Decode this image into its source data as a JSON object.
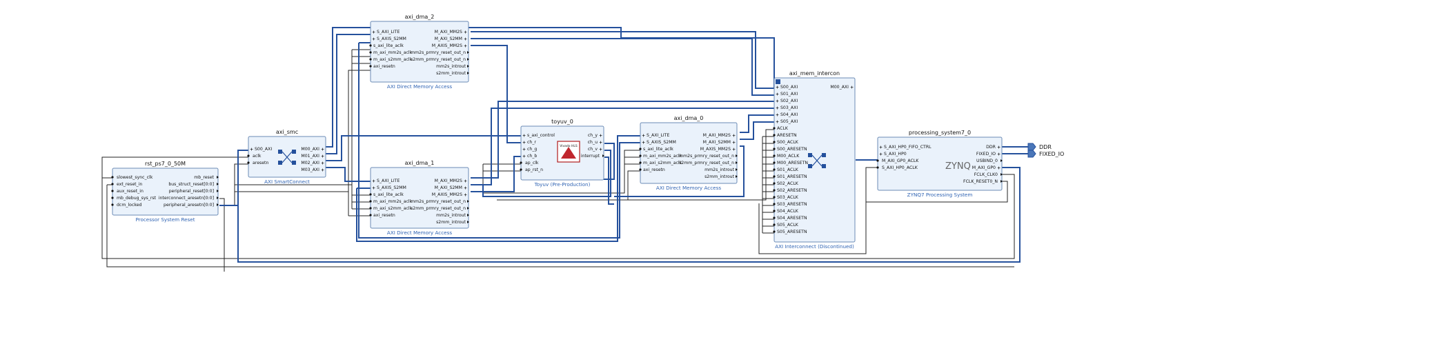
{
  "blocks": {
    "rst_ps7": {
      "name": "rst_ps7_0_50M",
      "subtitle": "Processor System Reset",
      "left_pins": [
        "slowest_sync_clk",
        "ext_reset_in",
        "aux_reset_in",
        "mb_debug_sys_rst",
        "dcm_locked"
      ],
      "right_pins": [
        "mb_reset",
        "bus_struct_reset[0:0]",
        "peripheral_reset[0:0]",
        "interconnect_aresetn[0:0]",
        "peripheral_aresetn[0:0]"
      ]
    },
    "axi_smc": {
      "name": "axi_smc",
      "subtitle": "AXI SmartConnect",
      "left_pins": [
        "S00_AXI",
        "aclk",
        "aresetn"
      ],
      "right_pins": [
        "M00_AXI",
        "M01_AXI",
        "M02_AXI",
        "M03_AXI"
      ]
    },
    "axi_dma_2": {
      "name": "axi_dma_2",
      "subtitle": "AXI Direct Memory Access",
      "left_pins": [
        "S_AXI_LITE",
        "S_AXIS_S2MM",
        "s_axi_lite_aclk",
        "m_axi_mm2s_aclk",
        "m_axi_s2mm_aclk",
        "axi_resetn"
      ],
      "right_pins": [
        "M_AXI_MM2S",
        "M_AXI_S2MM",
        "M_AXIS_MM2S",
        "mm2s_prmry_reset_out_n",
        "s2mm_prmry_reset_out_n",
        "mm2s_introut",
        "s2mm_introut"
      ]
    },
    "axi_dma_1": {
      "name": "axi_dma_1",
      "subtitle": "AXI Direct Memory Access",
      "left_pins": [
        "S_AXI_LITE",
        "S_AXIS_S2MM",
        "s_axi_lite_aclk",
        "m_axi_mm2s_aclk",
        "m_axi_s2mm_aclk",
        "axi_resetn"
      ],
      "right_pins": [
        "M_AXI_MM2S",
        "M_AXI_S2MM",
        "M_AXIS_MM2S",
        "mm2s_prmry_reset_out_n",
        "s2mm_prmry_reset_out_n",
        "mm2s_introut",
        "s2mm_introut"
      ]
    },
    "toyuv": {
      "name": "toyuv_0",
      "subtitle": "Toyuv (Pre-Production)",
      "left_pins": [
        "s_axi_control",
        "ch_r",
        "ch_g",
        "ch_b",
        "ap_clk",
        "ap_rst_n"
      ],
      "right_pins": [
        "ch_y",
        "ch_u",
        "ch_v",
        "interrupt"
      ],
      "logo": "Vivado HLS"
    },
    "axi_dma_0": {
      "name": "axi_dma_0",
      "subtitle": "AXI Direct Memory Access",
      "left_pins": [
        "S_AXI_LITE",
        "S_AXIS_S2MM",
        "s_axi_lite_aclk",
        "m_axi_mm2s_aclk",
        "m_axi_s2mm_aclk",
        "axi_resetn"
      ],
      "right_pins": [
        "M_AXI_MM2S",
        "M_AXI_S2MM",
        "M_AXIS_MM2S",
        "mm2s_prmry_reset_out_n",
        "s2mm_prmry_reset_out_n",
        "mm2s_introut",
        "s2mm_introut"
      ]
    },
    "mem_intercon": {
      "name": "axi_mem_intercon",
      "subtitle": "AXI Interconnect (Discontinued)",
      "left_pins": [
        "S00_AXI",
        "S01_AXI",
        "S02_AXI",
        "S03_AXI",
        "S04_AXI",
        "S05_AXI",
        "ACLK",
        "ARESETN",
        "S00_ACLK",
        "S00_ARESETN",
        "M00_ACLK",
        "M00_ARESETN",
        "S01_ACLK",
        "S01_ARESETN",
        "S02_ACLK",
        "S02_ARESETN",
        "S03_ACLK",
        "S03_ARESETN",
        "S04_ACLK",
        "S04_ARESETN",
        "S05_ACLK",
        "S05_ARESETN"
      ],
      "right_pins": [
        "M00_AXI"
      ]
    },
    "ps7": {
      "name": "processing_system7_0",
      "subtitle": "ZYNQ7 Processing System",
      "left_pins": [
        "S_AXI_HP0_FIFO_CTRL",
        "S_AXI_HP0",
        "M_AXI_GP0_ACLK",
        "S_AXI_HP0_ACLK"
      ],
      "right_pins": [
        "DDR",
        "FIXED_IO",
        "USBIND_0",
        "M_AXI_GP0",
        "FCLK_CLK0",
        "FCLK_RESET0_N"
      ],
      "logo": "ZYNQ"
    }
  },
  "external_ports": [
    "DDR",
    "FIXED_IO"
  ],
  "colors": {
    "bus": "#24509c",
    "net": "#222222",
    "block_fill": "#eaf2fb",
    "block_border": "#6b8bb5",
    "subtitle": "#2f63b3"
  }
}
